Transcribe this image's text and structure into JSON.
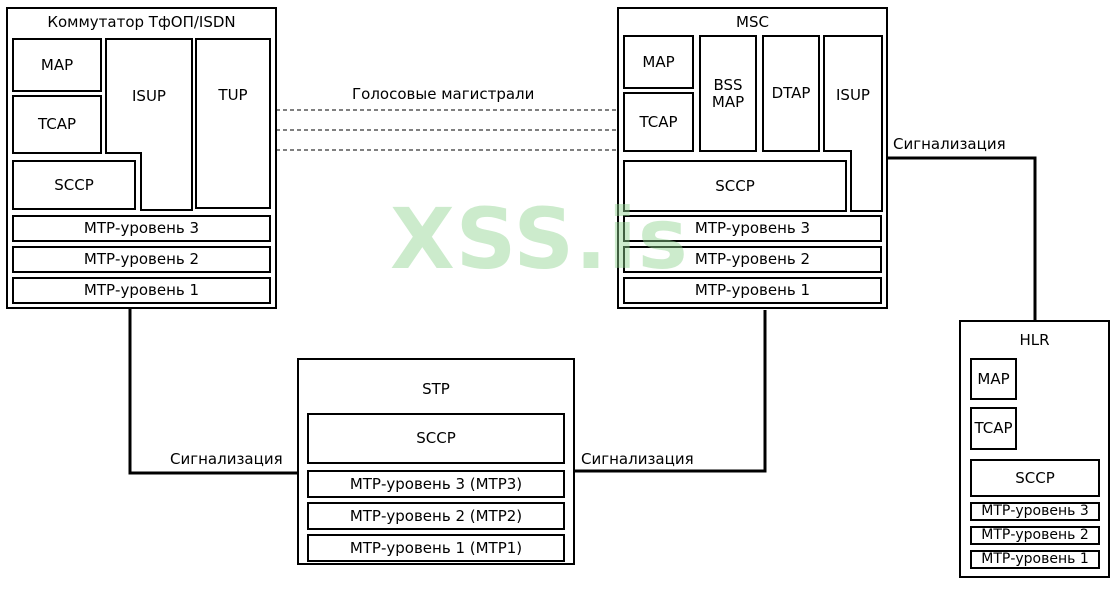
{
  "switch": {
    "title": "Коммутатор ТфОП/ISDN",
    "map": "MAP",
    "tcap": "TCAP",
    "isup": "ISUP",
    "tup": "TUP",
    "sccp": "SCCP",
    "mtp3": "МТР-уровень 3",
    "mtp2": "МТР-уровень 2",
    "mtp1": "МТР-уровень 1"
  },
  "msc": {
    "title": "MSC",
    "map": "MAP",
    "tcap": "TCAP",
    "bss": "BSS",
    "bss_map": "MAP",
    "dtap": "DTAP",
    "isup": "ISUP",
    "sccp": "SCCP",
    "mtp3": "МТР-уровень 3",
    "mtp2": "МТР-уровень 2",
    "mtp1": "МТР-уровень 1"
  },
  "stp": {
    "title": "STP",
    "sccp": "SCCP",
    "mtp3": "МТР-уровень 3 (МТР3)",
    "mtp2": "МТР-уровень 2 (МТР2)",
    "mtp1": "МТР-уровень 1 (МТР1)"
  },
  "hlr": {
    "title": "HLR",
    "map": "MAP",
    "tcap": "TCAP",
    "sccp": "SCCP",
    "mtp3": "МТР-уровень 3",
    "mtp2": "МТР-уровень 2",
    "mtp1": "МТР-уровень 1"
  },
  "links": {
    "voice_trunks": "Голосовые магистрали",
    "signaling_switch_stp": "Сигнализация",
    "signaling_stp_msc": "Сигнализация",
    "signaling_msc_hlr": "Сигнализация"
  },
  "watermark": "XSS.is"
}
